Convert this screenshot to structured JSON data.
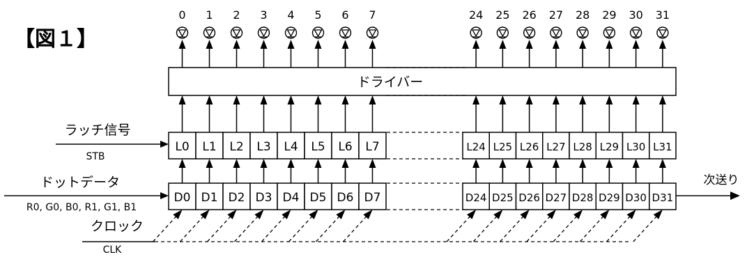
{
  "figure_label": "【図１】",
  "driver_label": "ドライバー",
  "latch": {
    "label": "ラッチ信号",
    "signal": "STB"
  },
  "data_in": {
    "label": "ドットデータ",
    "signals": "R0, G0, B0, R1, G1, B1"
  },
  "clock": {
    "label": "クロック",
    "signal": "CLK"
  },
  "next_label": "次送り",
  "outputs_left": [
    "0",
    "1",
    "2",
    "3",
    "4",
    "5",
    "6",
    "7"
  ],
  "outputs_right": [
    "24",
    "25",
    "26",
    "27",
    "28",
    "29",
    "30",
    "31"
  ],
  "latches_left": [
    "L0",
    "L1",
    "L2",
    "L3",
    "L4",
    "L5",
    "L6",
    "L7"
  ],
  "latches_right": [
    "L24",
    "L25",
    "L26",
    "L27",
    "L28",
    "L29",
    "L30",
    "L31"
  ],
  "dots_left": [
    "D0",
    "D1",
    "D2",
    "D3",
    "D4",
    "D5",
    "D6",
    "D7"
  ],
  "dots_right": [
    "D24",
    "D25",
    "D26",
    "D27",
    "D28",
    "D29",
    "D30",
    "D31"
  ],
  "led_icon": "led-triangle-icon"
}
